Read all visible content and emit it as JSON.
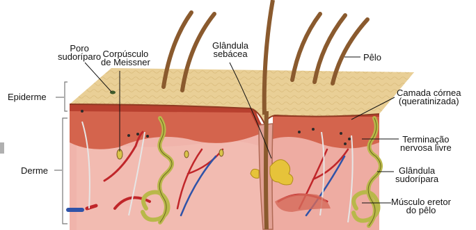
{
  "labels": {
    "poro": [
      "Poro",
      "sudoríparo"
    ],
    "meissner": [
      "Corpúsculo",
      "de Meissner"
    ],
    "glandula_sebacea": [
      "Glândula",
      "sebácea"
    ],
    "pelo": [
      "Pêlo"
    ],
    "epiderme": [
      "Epiderme"
    ],
    "camada_cornea": [
      "Camada córnea",
      "(queratinizada)"
    ],
    "terminacao": [
      "Terminação",
      "nervosa livre"
    ],
    "derme": [
      "Derme"
    ],
    "glandula_sudoripara": [
      "Glândula",
      "sudorípara"
    ],
    "musculo": [
      "Músculo eretor",
      "do pêlo"
    ]
  },
  "colors": {
    "stratum_corneum": "#e9cf96",
    "epidermis": "#c8503a",
    "dermis": "#f0b4ab",
    "hair": "#8a5a2e",
    "sweat_gland": "#b9b84a",
    "sebaceous_gland": "#e6c33a",
    "artery": "#c0262a",
    "vein": "#2f53a8",
    "nerve": "#e2e2e2"
  }
}
